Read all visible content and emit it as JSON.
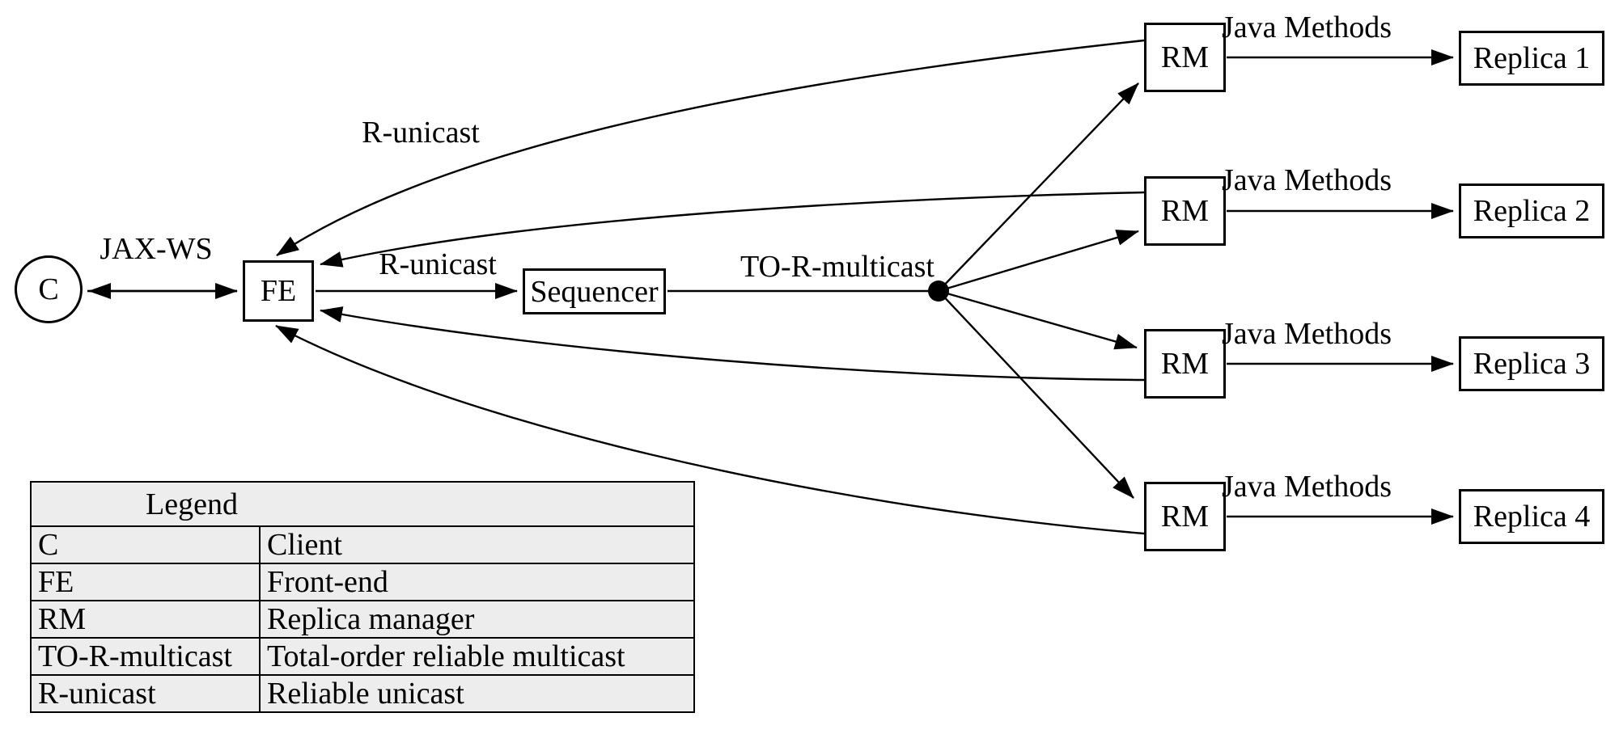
{
  "diagram": {
    "nodes": {
      "client": {
        "label": "C"
      },
      "front_end": {
        "label": "FE"
      },
      "sequencer": {
        "label": "Sequencer"
      },
      "rm1": {
        "label": "RM"
      },
      "rm2": {
        "label": "RM"
      },
      "rm3": {
        "label": "RM"
      },
      "rm4": {
        "label": "RM"
      },
      "replica1": {
        "label": "Replica 1"
      },
      "replica2": {
        "label": "Replica 2"
      },
      "replica3": {
        "label": "Replica 3"
      },
      "replica4": {
        "label": "Replica 4"
      }
    },
    "edge_labels": {
      "jax_ws": "JAX-WS",
      "r_unicast_top": "R-unicast",
      "r_unicast_mid": "R-unicast",
      "to_r_multicast": "TO-R-multicast",
      "java_methods_1": "Java Methods",
      "java_methods_2": "Java Methods",
      "java_methods_3": "Java Methods",
      "java_methods_4": "Java Methods"
    }
  },
  "legend": {
    "title": "Legend",
    "rows": [
      {
        "term": "C",
        "definition": "Client"
      },
      {
        "term": "FE",
        "definition": "Front-end"
      },
      {
        "term": "RM",
        "definition": "Replica manager"
      },
      {
        "term": "TO-R-multicast",
        "definition": "Total-order reliable multicast"
      },
      {
        "term": "R-unicast",
        "definition": "Reliable unicast"
      }
    ]
  },
  "colors": {
    "line": "#000000",
    "node_fill": "#ffffff",
    "legend_background": "#ededed"
  }
}
